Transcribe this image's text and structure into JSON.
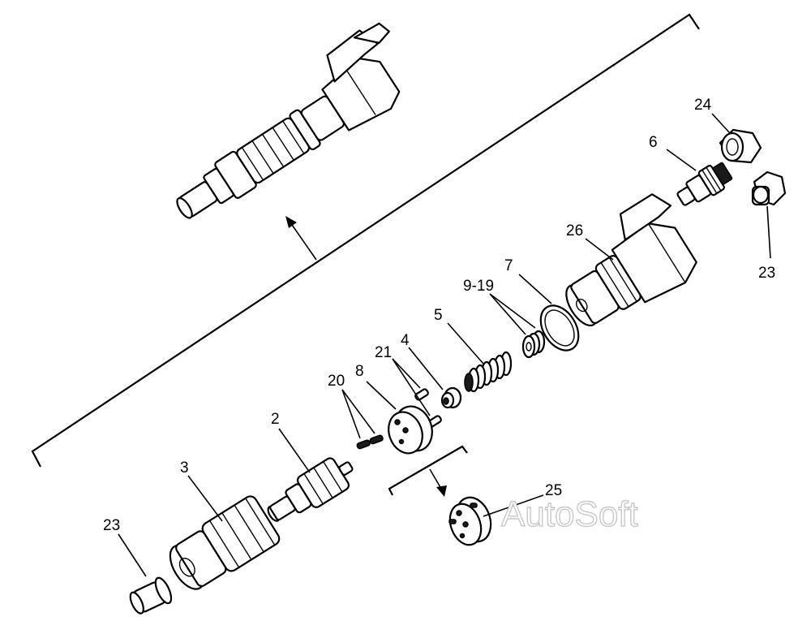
{
  "callouts": {
    "c24": "24",
    "c6": "6",
    "c26": "26",
    "c23_right": "23",
    "c7": "7",
    "c9_19": "9-19",
    "c5": "5",
    "c21": "21",
    "c4": "4",
    "c8": "8",
    "c20": "20",
    "c2": "2",
    "c3": "3",
    "c23_left": "23",
    "c25": "25"
  },
  "watermark": "AutoSoft"
}
